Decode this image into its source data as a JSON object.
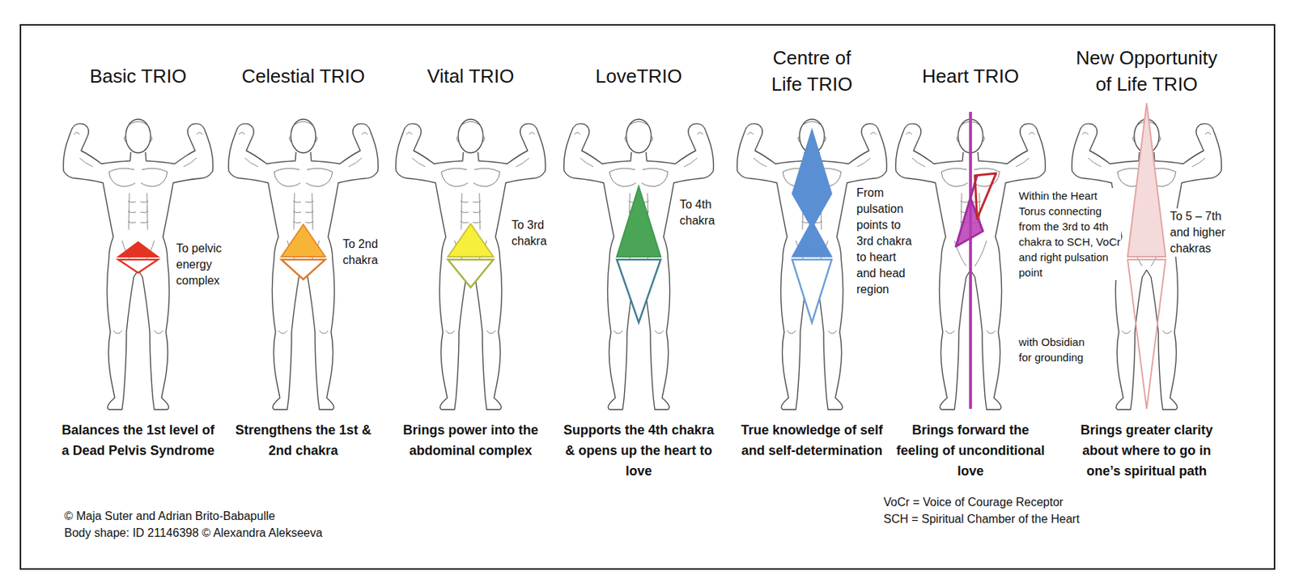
{
  "diagram": {
    "labels": [
      "Basic TRIO",
      "Celestial TRIO",
      "Vital TRIO",
      "LoveTRIO",
      "Centre of Life TRIO",
      "Heart TRIO",
      "New Opportunity of Life TRIO",
      "To pelvic energy complex",
      "To 2nd chakra",
      "To 3rd chakra",
      "To 4th chakra",
      "From pulsation points to 3rd chakra to heart and head region",
      "Within the Heart Torus connecting from the 3rd to 4th chakra to SCH, VoCr and right pulsation point",
      "with Obsidian for grounding",
      "To 5 – 7th and higher chakras",
      "Balances the 1st level of a Dead Pelvis Syndrome",
      "Strengthens the 1st & 2nd chakra",
      "Brings power into the abdominal complex",
      "Supports the 4th chakra & opens up the heart to love",
      "True knowledge of self and self-determination",
      "Brings forward the feeling of unconditional love",
      "Brings greater clarity about where to go in one’s spiritual path",
      "© Maja Suter and Adrian Brito-Babapulle",
      "Body shape: ID 21146398 © Alexandra Alekseeva",
      "VoCr = Voice of Courage Receptor",
      "SCH = Spiritual Chamber of the Heart"
    ]
  }
}
